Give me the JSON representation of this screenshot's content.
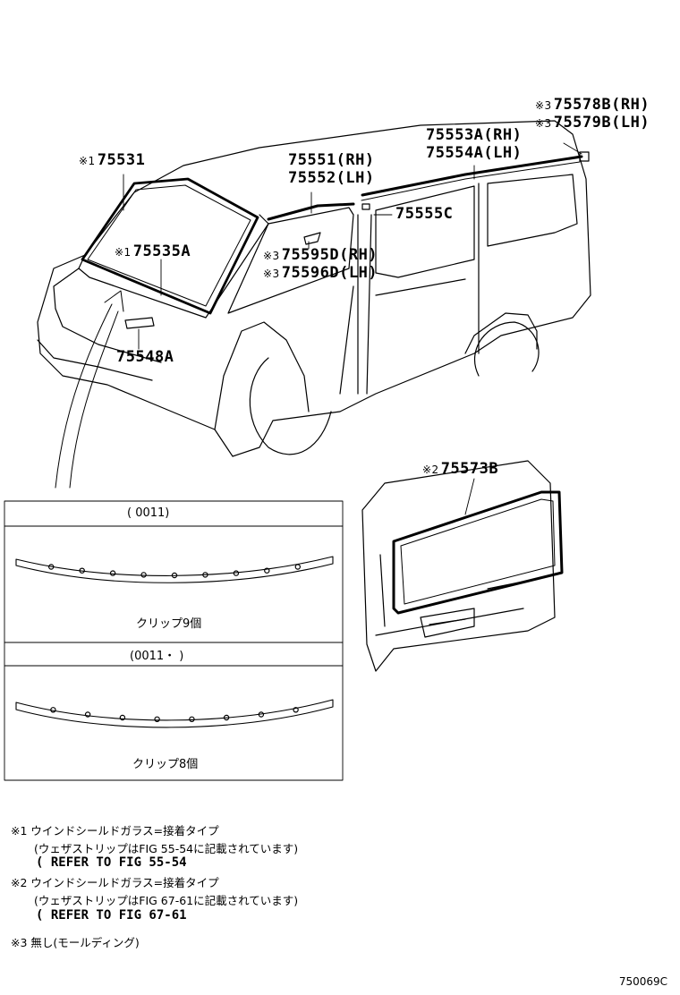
{
  "parts": {
    "p75531": {
      "mark": "※1",
      "code": "75531"
    },
    "p75535a": {
      "mark": "※1",
      "code": "75535A"
    },
    "p75548a": {
      "mark": "",
      "code": "75548A"
    },
    "p75551": {
      "mark": "",
      "code": "75551(RH)"
    },
    "p75552": {
      "mark": "",
      "code": "75552(LH)"
    },
    "p75553a": {
      "mark": "",
      "code": "75553A(RH)"
    },
    "p75554a": {
      "mark": "",
      "code": "75554A(LH)"
    },
    "p75555c": {
      "mark": "",
      "code": "75555C"
    },
    "p75578b": {
      "mark": "※3",
      "code": "75578B(RH)"
    },
    "p75579b": {
      "mark": "※3",
      "code": "75579B(LH)"
    },
    "p75595d": {
      "mark": "※3",
      "code": "75595D(RH)"
    },
    "p75596d": {
      "mark": "※3",
      "code": "75596D(LH)"
    },
    "p75573b": {
      "mark": "※2",
      "code": "75573B"
    }
  },
  "inset": {
    "top_header": "(      0011)",
    "top_caption": "クリップ9個",
    "bottom_header": "(0011・    )",
    "bottom_caption": "クリップ8個"
  },
  "notes": {
    "n1_title": "※1 ウインドシールドガラス=接着タイプ",
    "n1_sub": "(ウェザストリップはFIG 55-54に記載されています)",
    "n1_ref": "( REFER TO FIG 55-54",
    "n2_title": "※2 ウインドシールドガラス=接着タイプ",
    "n2_sub": "(ウェザストリップはFIG 67-61に記載されています)",
    "n2_ref": "( REFER TO FIG 67-61",
    "n3": "※3 無し(モールディング)"
  },
  "figure_number": "750069C"
}
